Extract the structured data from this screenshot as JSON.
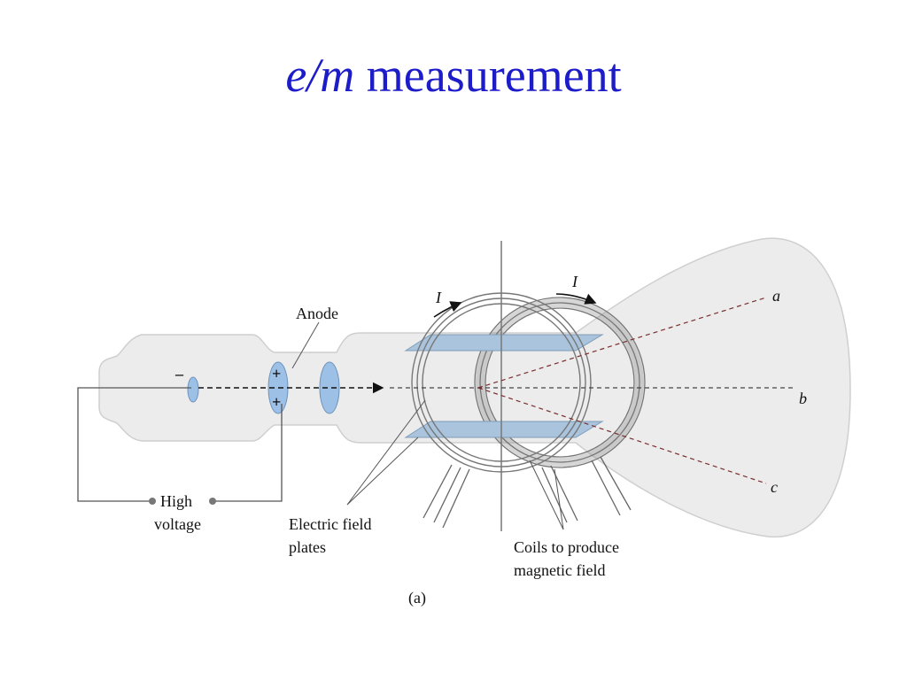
{
  "title": {
    "italic": "e/m",
    "rest": " measurement"
  },
  "diagram": {
    "anode_label": "Anode",
    "minus_sign": "–",
    "plus_sign_top": "+",
    "plus_sign_bottom": "+",
    "current_label_left": "I",
    "current_label_right": "I",
    "path_a": "a",
    "path_b": "b",
    "path_c": "c",
    "high_voltage_line1": "High",
    "high_voltage_line2": "voltage",
    "electric_plates_line1": "Electric field",
    "electric_plates_line2": "plates",
    "coils_line1": "Coils to produce",
    "coils_line2": "magnetic field",
    "caption": "(a)",
    "colors": {
      "title": "#1c1cc9",
      "glass": "#ececec",
      "plate": "#a9c4dc",
      "electrode": "#9cc0e6"
    }
  }
}
